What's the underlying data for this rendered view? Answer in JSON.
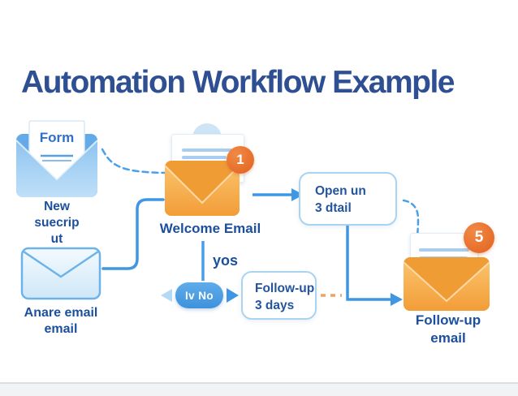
{
  "title": {
    "text": "Automation Workflow Example"
  },
  "form_node": {
    "paper_label": "Form",
    "caption_line1": "New",
    "caption_line2": "suecrip",
    "caption_line3": "ut"
  },
  "welcome_node": {
    "badge": "1",
    "caption": "Welcome Email"
  },
  "open_box": {
    "line1": "Open un",
    "line2": "3 dtail"
  },
  "decision": {
    "yes_label": "yos",
    "no_pill_label": "Iv No"
  },
  "followup_box": {
    "line1": "Follow-up",
    "line2": "3 days"
  },
  "another_email_node": {
    "caption_line1": "Anare email",
    "caption_line2": "email"
  },
  "followup_email_node": {
    "badge": "5",
    "caption_line1": "Follow-up",
    "caption_line2": "email"
  },
  "icons": {
    "form_envelope": "open-blue-envelope-with-form-icon",
    "welcome_envelope": "open-orange-envelope-with-letter-icon",
    "another_envelope": "closed-blue-envelope-icon",
    "followup_envelope": "open-orange-envelope-with-letter-icon",
    "cloud": "cloud-icon"
  },
  "colors": {
    "title_blue": "#2e4f92",
    "label_blue": "#1c4f9e",
    "accent_blue": "#3f97e4",
    "box_border_blue": "#a9d3f1",
    "envelope_light_blue": "#8ec6f0",
    "envelope_orange": "#f5a643",
    "badge_orange": "#e8692a",
    "pill_blue": "#4a9ce0",
    "dash_orange": "#f0a264"
  }
}
